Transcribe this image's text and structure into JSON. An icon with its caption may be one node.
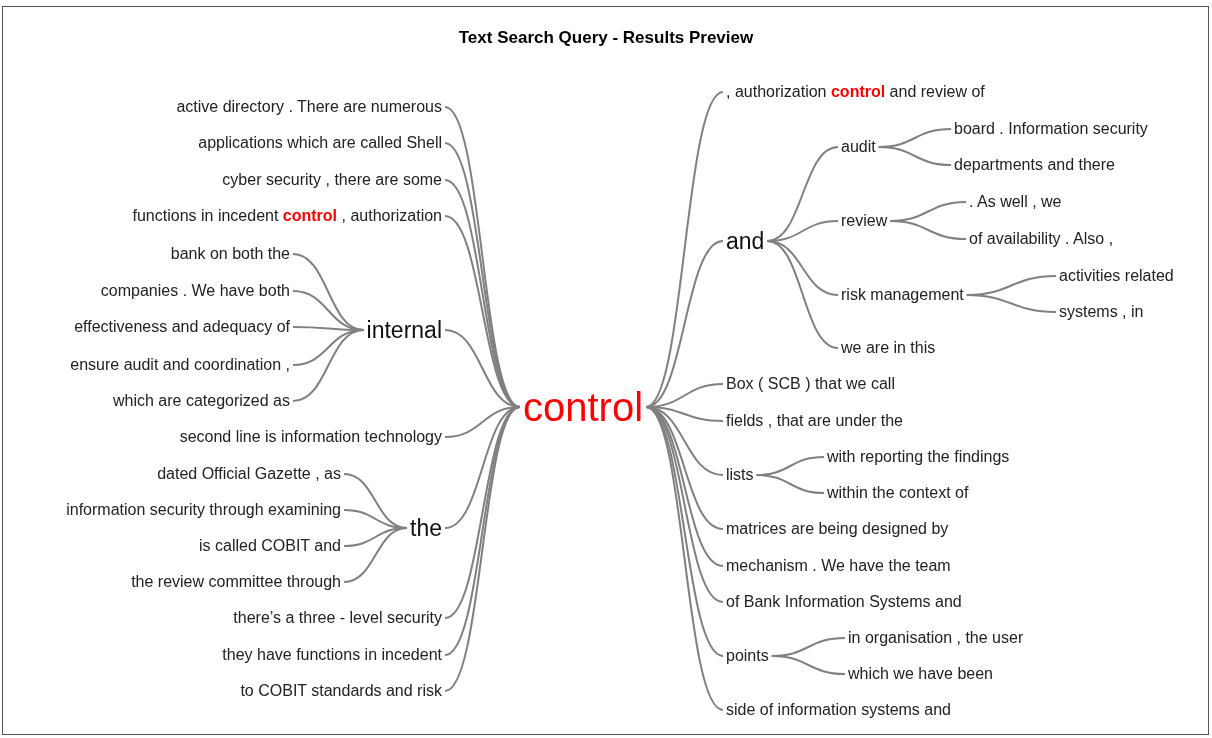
{
  "diagram": {
    "title": "Text Search Query - Results Preview",
    "nodes": [
      {
        "text": [
          "control"
        ]
      },
      {
        "text": [
          "active directory . There are numerous"
        ]
      },
      {
        "text": [
          "applications which are called Shell"
        ]
      },
      {
        "text": [
          "cyber security , there are some"
        ]
      },
      {
        "text": [
          "functions in incedent **control** , authorization"
        ]
      },
      {
        "text": [
          "internal"
        ]
      },
      {
        "text": [
          "bank on both the"
        ]
      },
      {
        "text": [
          "companies . We have both"
        ]
      },
      {
        "text": [
          "effectiveness and adequacy of"
        ]
      },
      {
        "text": [
          "ensure audit and coordination ,"
        ]
      },
      {
        "text": [
          "which are categorized as"
        ]
      },
      {
        "text": [
          "second line is information technology"
        ]
      },
      {
        "text": [
          "the"
        ]
      },
      {
        "text": [
          "dated Official Gazette , as"
        ]
      },
      {
        "text": [
          "information security through examining"
        ]
      },
      {
        "text": [
          "is called COBIT and"
        ]
      },
      {
        "text": [
          "the review committee through"
        ]
      },
      {
        "text": [
          "there’s a three - level security"
        ]
      },
      {
        "text": [
          "they have functions in incedent"
        ]
      },
      {
        "text": [
          "to COBIT standards and risk"
        ]
      },
      {
        "text": [
          ", authorization **control** and review of"
        ]
      },
      {
        "text": [
          "and"
        ]
      },
      {
        "text": [
          "audit"
        ]
      },
      {
        "text": [
          "board . Information security"
        ]
      },
      {
        "text": [
          "departments and there"
        ]
      },
      {
        "text": [
          "review"
        ]
      },
      {
        "text": [
          ". As well , we"
        ]
      },
      {
        "text": [
          "of availability . Also ,"
        ]
      },
      {
        "text": [
          "risk management"
        ]
      },
      {
        "text": [
          "activities related"
        ]
      },
      {
        "text": [
          "systems , in"
        ]
      },
      {
        "text": [
          "we are in this"
        ]
      },
      {
        "text": [
          "Box ( SCB ) that we call"
        ]
      },
      {
        "text": [
          "fields , that are under the"
        ]
      },
      {
        "text": [
          "lists"
        ]
      },
      {
        "text": [
          "with reporting the findings"
        ]
      },
      {
        "text": [
          "within the context of"
        ]
      },
      {
        "text": [
          "matrices are being designed by"
        ]
      },
      {
        "text": [
          "mechanism . We have the team"
        ]
      },
      {
        "text": [
          "of Bank Information Systems and"
        ]
      },
      {
        "text": [
          "points"
        ]
      },
      {
        "text": [
          "in organisation , the user"
        ]
      },
      {
        "text": [
          "which we have been"
        ]
      },
      {
        "text": [
          "side of information systems and"
        ]
      }
    ],
    "edges": [
      {
        "from": 0,
        "to": 1,
        "arrow": "none"
      },
      {
        "from": 0,
        "to": 2,
        "arrow": "none"
      },
      {
        "from": 0,
        "to": 3,
        "arrow": "none"
      },
      {
        "from": 0,
        "to": 4,
        "arrow": "none"
      },
      {
        "from": 0,
        "to": 5,
        "arrow": "none"
      },
      {
        "from": 5,
        "to": 6,
        "arrow": "none"
      },
      {
        "from": 5,
        "to": 7,
        "arrow": "none"
      },
      {
        "from": 5,
        "to": 8,
        "arrow": "none"
      },
      {
        "from": 5,
        "to": 9,
        "arrow": "none"
      },
      {
        "from": 5,
        "to": 10,
        "arrow": "none"
      },
      {
        "from": 0,
        "to": 11,
        "arrow": "none"
      },
      {
        "from": 0,
        "to": 12,
        "arrow": "none"
      },
      {
        "from": 12,
        "to": 13,
        "arrow": "none"
      },
      {
        "from": 12,
        "to": 14,
        "arrow": "none"
      },
      {
        "from": 12,
        "to": 15,
        "arrow": "none"
      },
      {
        "from": 12,
        "to": 16,
        "arrow": "none"
      },
      {
        "from": 0,
        "to": 17,
        "arrow": "none"
      },
      {
        "from": 0,
        "to": 18,
        "arrow": "none"
      },
      {
        "from": 0,
        "to": 19,
        "arrow": "none"
      },
      {
        "from": 0,
        "to": 20,
        "arrow": "none"
      },
      {
        "from": 0,
        "to": 21,
        "arrow": "none"
      },
      {
        "from": 21,
        "to": 22,
        "arrow": "none"
      },
      {
        "from": 22,
        "to": 23,
        "arrow": "none"
      },
      {
        "from": 22,
        "to": 24,
        "arrow": "none"
      },
      {
        "from": 21,
        "to": 25,
        "arrow": "none"
      },
      {
        "from": 25,
        "to": 26,
        "arrow": "none"
      },
      {
        "from": 25,
        "to": 27,
        "arrow": "none"
      },
      {
        "from": 21,
        "to": 28,
        "arrow": "none"
      },
      {
        "from": 28,
        "to": 29,
        "arrow": "none"
      },
      {
        "from": 28,
        "to": 30,
        "arrow": "none"
      },
      {
        "from": 21,
        "to": 31,
        "arrow": "none"
      },
      {
        "from": 0,
        "to": 32,
        "arrow": "none"
      },
      {
        "from": 0,
        "to": 33,
        "arrow": "none"
      },
      {
        "from": 0,
        "to": 34,
        "arrow": "none"
      },
      {
        "from": 34,
        "to": 35,
        "arrow": "none"
      },
      {
        "from": 34,
        "to": 36,
        "arrow": "none"
      },
      {
        "from": 0,
        "to": 37,
        "arrow": "none"
      },
      {
        "from": 0,
        "to": 38,
        "arrow": "none"
      },
      {
        "from": 0,
        "to": 39,
        "arrow": "none"
      },
      {
        "from": 0,
        "to": 40,
        "arrow": "none"
      },
      {
        "from": 40,
        "to": 41,
        "arrow": "none"
      },
      {
        "from": 40,
        "to": 42,
        "arrow": "none"
      },
      {
        "from": 0,
        "to": 43,
        "arrow": "none"
      }
    ]
  }
}
